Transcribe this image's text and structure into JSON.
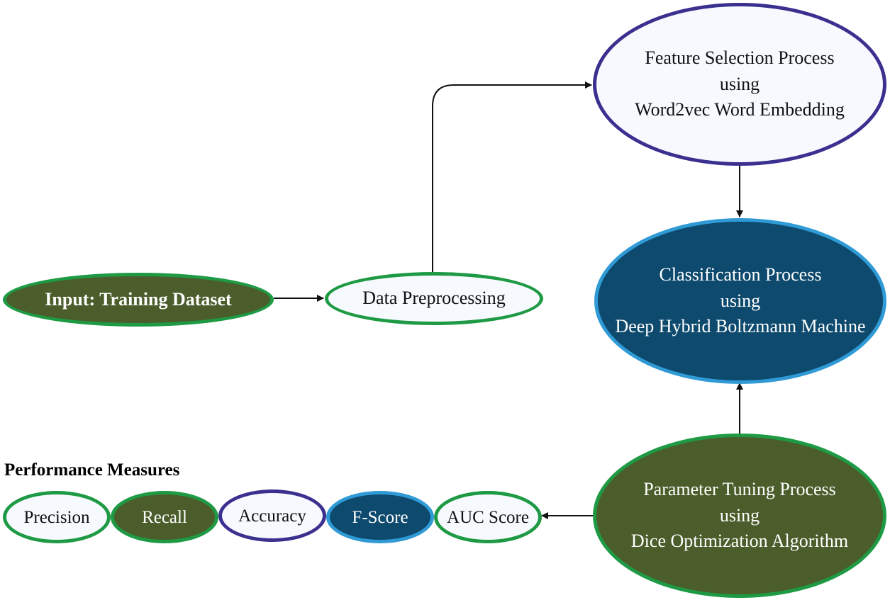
{
  "nodes": {
    "input": {
      "label": "Input: Training Dataset"
    },
    "preprocessing": {
      "label": "Data Preprocessing"
    },
    "feature_selection": {
      "lines": [
        "Feature Selection Process",
        "using",
        "Word2vec Word Embedding"
      ]
    },
    "classification": {
      "lines": [
        "Classification Process",
        "using",
        "Deep Hybrid Boltzmann Machine"
      ]
    },
    "parameter_tuning": {
      "lines": [
        "Parameter Tuning Process",
        "using",
        "Dice Optimization Algorithm"
      ]
    }
  },
  "performance": {
    "heading": "Performance Measures",
    "measures": [
      "Precision",
      "Recall",
      "Accuracy",
      "F-Score",
      "AUC Score"
    ]
  },
  "colors": {
    "olive_fill": "#4b5d2b",
    "navy_fill": "#0e4a6e",
    "light_fill": "#f6f9fd",
    "green_border": "#1e9a45",
    "purple_border": "#3b2f8f",
    "cyan_border": "#2f9ad5",
    "arrow": "#111111"
  }
}
